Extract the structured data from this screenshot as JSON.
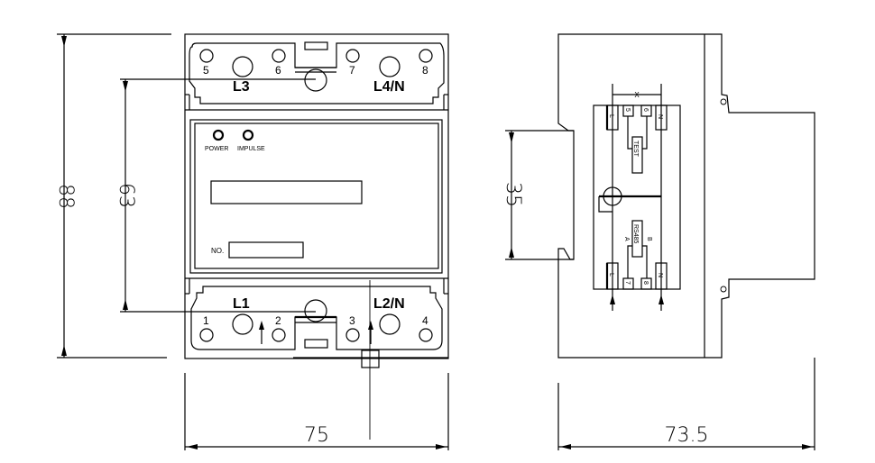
{
  "dimensions": {
    "height_total": "88",
    "height_terminal": "63",
    "din_rail": "35",
    "width_front": "75",
    "depth_side": "73.5"
  },
  "front_view": {
    "top_terminals": {
      "numbers": [
        "5",
        "6",
        "7",
        "8"
      ],
      "left_label": "L3",
      "right_label": "L4/N"
    },
    "bottom_terminals": {
      "numbers": [
        "1",
        "2",
        "3",
        "4"
      ],
      "left_label": "L1",
      "right_label": "L2/N"
    },
    "indicators": [
      "POWER",
      "IMPULSE"
    ],
    "serial_label": "NO."
  },
  "side_view": {
    "schematic": {
      "top_terminals": [
        "L",
        "5",
        "6",
        "N"
      ],
      "bottom_terminals": [
        "L",
        "7",
        "8",
        "N"
      ],
      "test_label": "TEST",
      "bus_label": "RS485",
      "bus_a": "A",
      "bus_b": "B",
      "cross_mark": "X"
    }
  },
  "colors": {
    "line": "#000000",
    "background": "#ffffff"
  }
}
